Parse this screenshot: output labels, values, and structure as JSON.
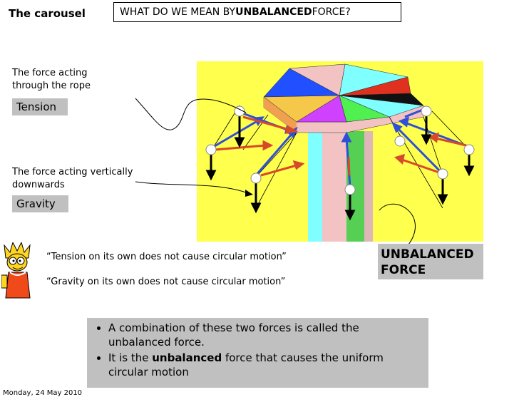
{
  "title": "The carousel",
  "heading": {
    "prefix": "WHAT DO WE MEAN BY ",
    "emphasis": "UNBALANCED",
    "suffix": " FORCE?"
  },
  "notes": {
    "rope": "The force acting through the rope",
    "down": "The force acting vertically downwards"
  },
  "tags": {
    "tension": "Tension",
    "gravity": "Gravity"
  },
  "quotes": [
    "“Tension on its own does not cause circular motion”",
    "“Gravity on its own does not cause circular motion”"
  ],
  "unbalanced_box": {
    "line1": "UNBALANCED",
    "line2": "FORCE"
  },
  "bullets": [
    {
      "text": "A combination of these two forces is called the unbalanced force."
    },
    {
      "pre": "It is the ",
      "bold": "unbalanced",
      "post": " force that causes the uniform circular motion"
    }
  ],
  "footer_date": "Monday, 24 May 2010",
  "colors": {
    "carousel_background": "#ffff4d",
    "tension_arrow": "#2f4fd8",
    "unbalanced_arrow": "#d8482a",
    "gravity_arrow": "#000000",
    "label_box": "#c0c0c0"
  },
  "icons": [
    "lisa-simpson-cartoon",
    "carousel-diagram"
  ]
}
